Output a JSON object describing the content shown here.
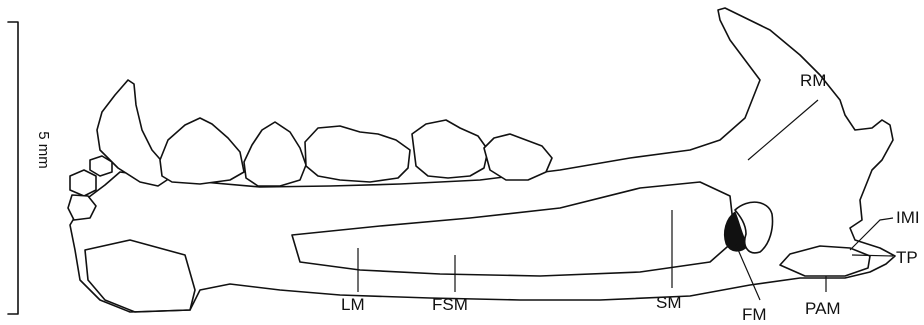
{
  "scale_bar": {
    "label": "5 mm"
  },
  "labels": {
    "rm": "RM",
    "imi": "IMI",
    "tp": "TP",
    "lm": "LM",
    "fsm": "FSM",
    "sm": "SM",
    "fm": "FM",
    "pam": "PAM"
  }
}
